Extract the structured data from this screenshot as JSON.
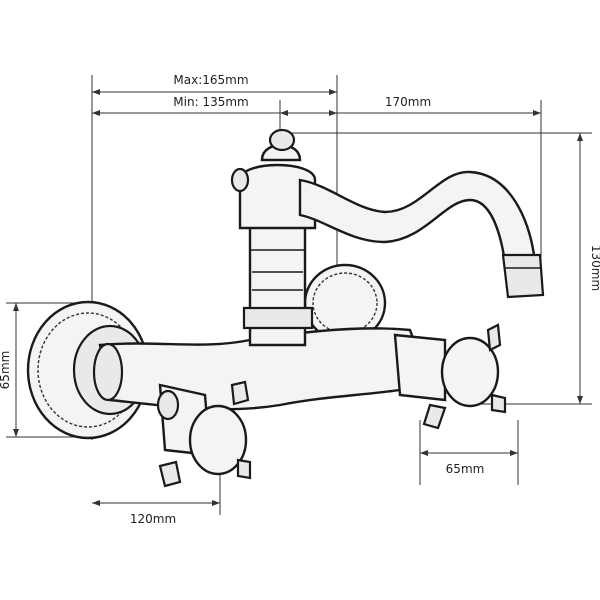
{
  "dimensions": {
    "max_reach": "Max:165mm",
    "min_reach": "Min: 135mm",
    "spout_length": "170mm",
    "spout_height": "130mm",
    "wall_plate": "65mm",
    "handle_offset": "65mm",
    "center_distance": "120mm"
  }
}
